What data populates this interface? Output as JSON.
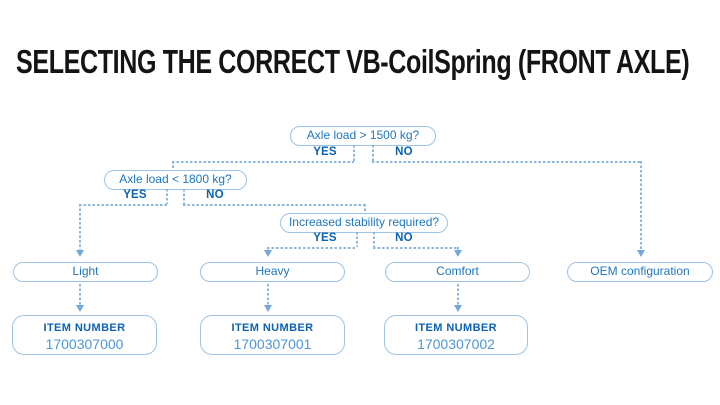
{
  "title": "SELECTING THE CORRECT VB-CoilSpring (FRONT AXLE)",
  "flowchart": {
    "decisions": [
      {
        "question": "Axle load > 1500 kg?",
        "yes": "YES",
        "no": "NO"
      },
      {
        "question": "Axle load < 1800 kg?",
        "yes": "YES",
        "no": "NO"
      },
      {
        "question": "Increased stability required?",
        "yes": "YES",
        "no": "NO"
      }
    ],
    "results": [
      {
        "label": "Light",
        "item_label": "ITEM NUMBER",
        "item_number": "1700307000"
      },
      {
        "label": "Heavy",
        "item_label": "ITEM NUMBER",
        "item_number": "1700307001"
      },
      {
        "label": "Comfort",
        "item_label": "ITEM NUMBER",
        "item_number": "1700307002"
      },
      {
        "label": "OEM configuration"
      }
    ]
  },
  "colors": {
    "accent_blue": "#1E76BD",
    "bold_blue": "#0D62B0",
    "number_blue": "#4E96D5",
    "border_blue": "#9DC3E6",
    "line_blue": "#8CB6DF",
    "arrow_blue": "#74A8DB",
    "title_color": "#141414"
  }
}
